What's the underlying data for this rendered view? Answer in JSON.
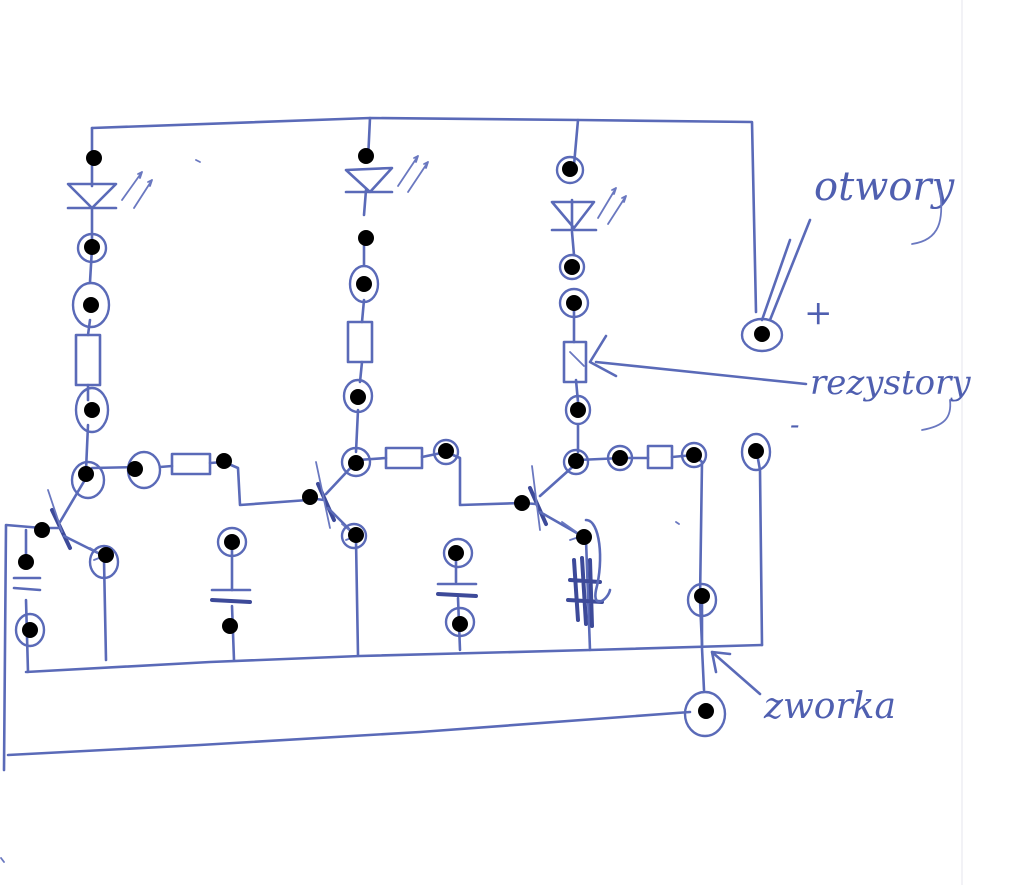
{
  "annotations": {
    "holes_label": "otwory",
    "resistors_label": "rezystory",
    "jumper_label": "zworka",
    "plus_sign": "+",
    "minus_sign": "-"
  },
  "colors": {
    "ink": "#5a6ab8",
    "drill_hole": "#000000",
    "paper": "#ffffff"
  },
  "components": {
    "leds": 3,
    "transistors": 3,
    "resistors_vertical": 3,
    "resistors_horizontal": 3,
    "capacitors": 3
  }
}
